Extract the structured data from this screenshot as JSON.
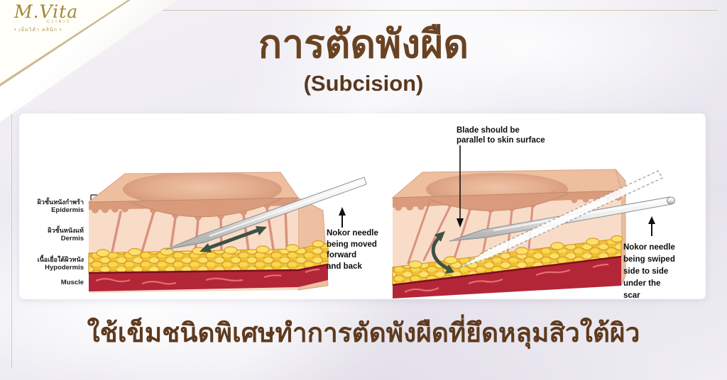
{
  "brand": {
    "name": "M.Vita",
    "clinic_word": "CLINIC",
    "thai_line": "• เอ็มวิต้า คลินิก •"
  },
  "header": {
    "title_thai": "การตัดพังผืด",
    "title_en": "(Subcision)"
  },
  "figure_left": {
    "layers": [
      {
        "thai": "ผิวชั้นหนังกำพร้า",
        "en": "Epidermis"
      },
      {
        "thai": "ผิวชั้นหนังแท้",
        "en": "Dermis"
      },
      {
        "thai": "เนื้อเยื่อใต้ผิวหนัง",
        "en": "Hypodermis"
      },
      {
        "thai": "",
        "en": "Muscle"
      }
    ],
    "note": [
      "Nokor needle",
      "being moved",
      "forward",
      "and back"
    ]
  },
  "figure_right": {
    "blade_note": [
      "Blade should be",
      "parallel to skin surface"
    ],
    "note": [
      "Nokor needle",
      "being swiped",
      "side to side",
      "under the",
      "scar"
    ]
  },
  "caption": "ใช้เข็มชนิดพิเศษทำการตัดพังผืดที่ยึดหลุมสิวใต้ผิว",
  "colors": {
    "title_brown": "#6a4323",
    "caption_brown": "#5e3a1e",
    "gold": "#a18738",
    "fat_yellow": "#f9d84f",
    "muscle_red": "#b32638",
    "skin_peach": "#f8dcc7",
    "arrow_green": "#3d5244"
  }
}
